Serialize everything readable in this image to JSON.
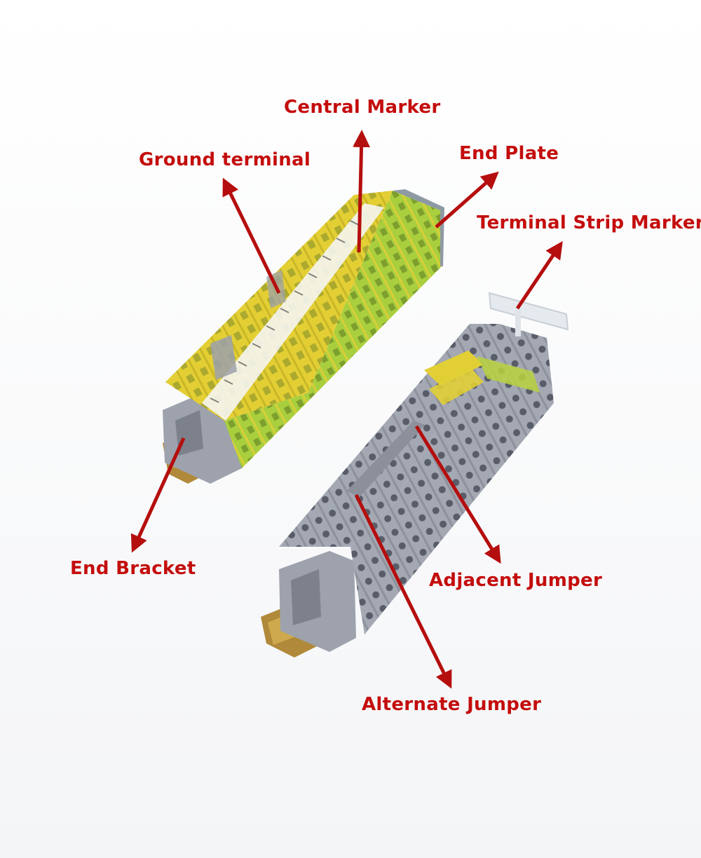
{
  "labels": {
    "central_marker": "Central Marker",
    "ground_terminal": "Ground terminal",
    "end_plate": "End Plate",
    "terminal_strip_marker": "Terminal Strip Marker",
    "end_bracket": "End Bracket",
    "adjacent_jumper": "Adjacent Jumper",
    "alternate_jumper": "Alternate Jumper"
  },
  "colors": {
    "label_text": "#c40d0d",
    "arrow": "#b50e0e",
    "yellow_block": "#e6d23a",
    "green_block": "#9cc83c",
    "grey_block": "#9aa0ab",
    "din_rail": "#b08a3a",
    "background": "#ffffff"
  }
}
